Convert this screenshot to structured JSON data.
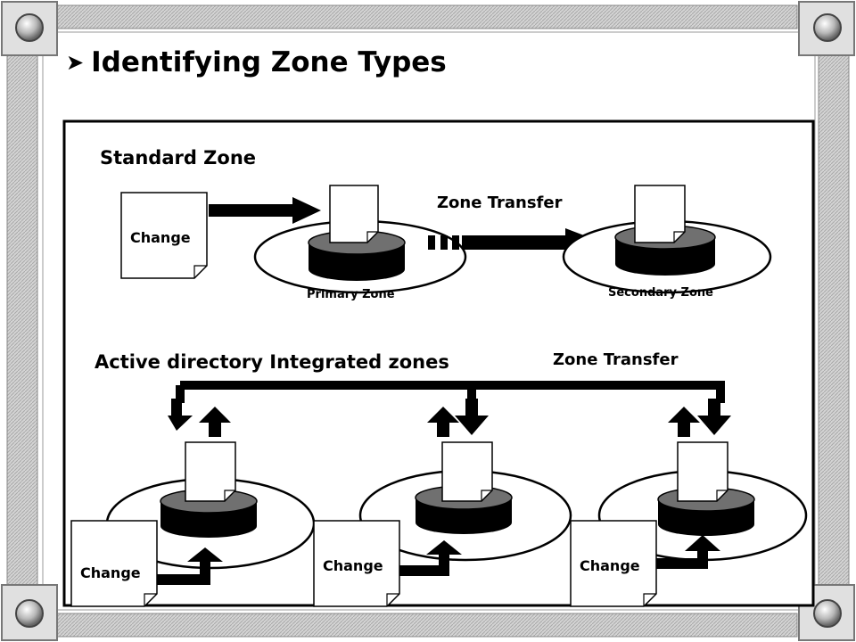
{
  "slide": {
    "title": "Identifying Zone Types",
    "bullet_icon": "arrow-bullet-icon"
  },
  "standard": {
    "heading": "Standard Zone",
    "change_label": "Change",
    "transfer_label": "Zone Transfer",
    "primary_label": "Primary Zone",
    "secondary_label": "Secondary Zone"
  },
  "adi": {
    "heading": "Active directory Integrated zones",
    "transfer_label": "Zone Transfer",
    "servers": [
      {
        "change_label": "Change"
      },
      {
        "change_label": "Change"
      },
      {
        "change_label": "Change"
      }
    ]
  },
  "colors": {
    "frame_fill": "#d0d0d0",
    "frame_hatch": "#9a9a9a",
    "disk_top": "#707070",
    "disk_body": "#000000",
    "ink": "#000000"
  }
}
